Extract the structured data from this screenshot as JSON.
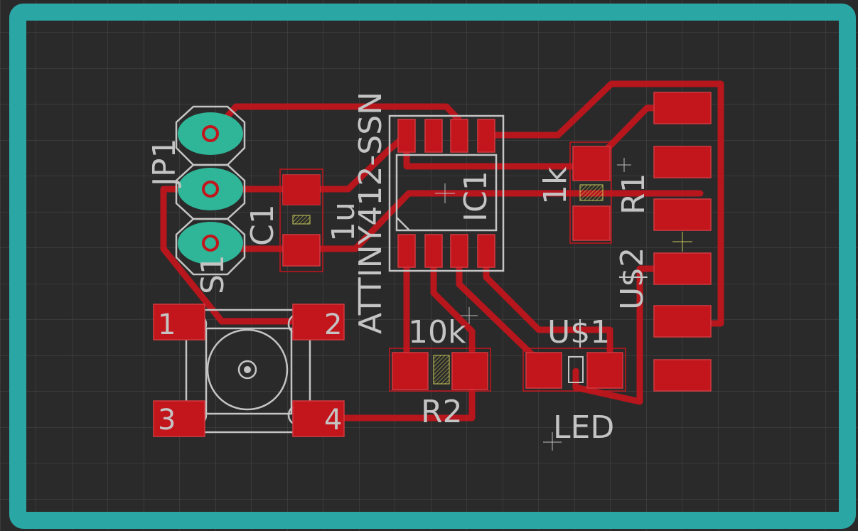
{
  "board": {
    "outline_color": "#2aa7a5",
    "background_color": "#2a2a2a",
    "trace_color": "#c3151c",
    "pad_color": "#c3151c",
    "through_hole_color": "#2fb597",
    "silkscreen_color": "#c4c4c4",
    "grid": true
  },
  "labels": {
    "jp1": "JP1",
    "c1": "C1",
    "c1_value": "1u",
    "ic_part": "ATTINY412-SSN",
    "ic1": "IC1",
    "r1": "R1",
    "r1_value": "1k",
    "r2": "R2",
    "r2_value": "10k",
    "us1": "U$1",
    "us2": "U$2",
    "led": "LED",
    "switch_ref": "S1",
    "sw_pin1": "1",
    "sw_pin2": "2",
    "sw_pin3": "3",
    "sw_pin4": "4"
  },
  "components": [
    {
      "ref": "JP1",
      "type": "header",
      "pins": 3
    },
    {
      "ref": "C1",
      "type": "capacitor",
      "value": "1u"
    },
    {
      "ref": "IC1",
      "type": "ic",
      "part": "ATTINY412-SSN",
      "pins": 8
    },
    {
      "ref": "R1",
      "type": "resistor",
      "value": "1k"
    },
    {
      "ref": "R2",
      "type": "resistor",
      "value": "10k"
    },
    {
      "ref": "U$1",
      "type": "led",
      "value": "LED"
    },
    {
      "ref": "U$2",
      "type": "connector",
      "pins": 6
    },
    {
      "ref": "S1",
      "type": "pushbutton",
      "pins": 4
    }
  ]
}
